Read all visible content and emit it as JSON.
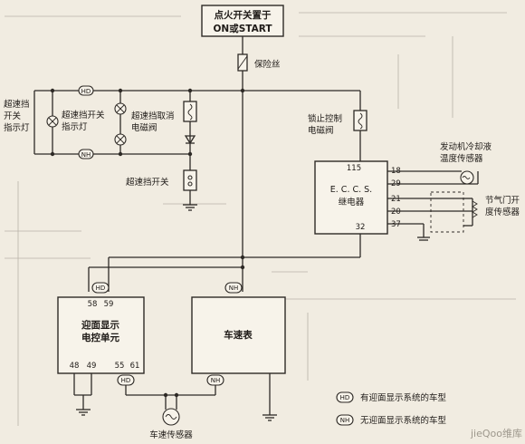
{
  "title_box": {
    "line1": "点火开关置于",
    "line2": "ON或START"
  },
  "fuse_label": "保险丝",
  "left_group": {
    "overdrive_switch_indicator": [
      "超速挡",
      "开关",
      "指示灯"
    ],
    "overdrive_switch_indicator_2": [
      "超速挡开关",
      "指示灯"
    ],
    "overdrive_cancel_solenoid": [
      "超速挡取消",
      "电磁阀"
    ],
    "overdrive_switch": "超速挡开关"
  },
  "lockup_solenoid": [
    "锁止控制",
    "电磁阀"
  ],
  "eccs": {
    "name": "E. C. C. S.",
    "relay": "继电器",
    "pins": {
      "p115": "115",
      "p32": "32",
      "p18": "18",
      "p29": "29",
      "p21": "21",
      "p20": "20",
      "p37": "37"
    }
  },
  "coolant_sensor": [
    "发动机冷却液",
    "温度传感器"
  ],
  "throttle_sensor": [
    "节气门开",
    "度传感器"
  ],
  "hud_unit": {
    "label": [
      "迎面显示",
      "电控单元"
    ],
    "pins_top": [
      "58",
      "59"
    ],
    "pins_bottom": [
      "48",
      "49",
      "55",
      "61"
    ]
  },
  "speedometer": {
    "label": "车速表"
  },
  "speed_sensor": "车速传感器",
  "connector_tags": {
    "hd": "HD",
    "nh": "NH"
  },
  "legend": {
    "hd_text": "有迎面显示系统的车型",
    "nh_text": "无迎面显示系统的车型"
  },
  "watermark": "jieQoo维库"
}
